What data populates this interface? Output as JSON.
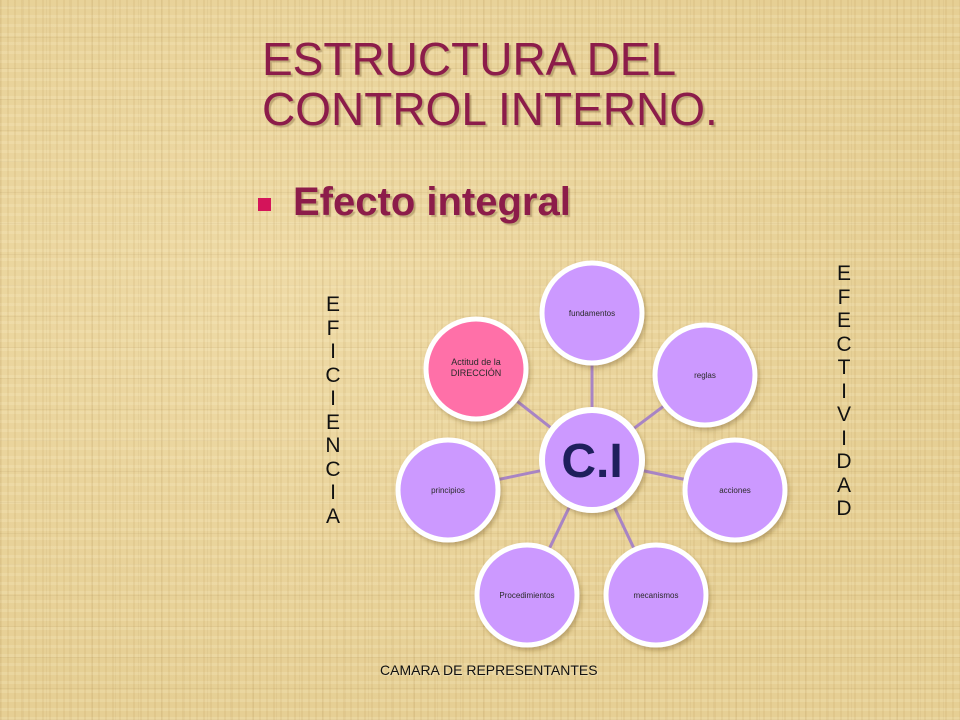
{
  "title": {
    "line1": "ESTRUCTURA DEL",
    "line2": "CONTROL INTERNO."
  },
  "bullet": {
    "text": "Efecto integral"
  },
  "left_vertical": [
    "E",
    "F",
    "I",
    "C",
    "I",
    "E",
    "N",
    "C",
    "I",
    "A"
  ],
  "right_vertical": [
    "E",
    "F",
    "E",
    "C",
    "T",
    "I",
    "V",
    "I",
    "D",
    "A",
    "D"
  ],
  "diagram": {
    "center_label": "C.I",
    "nodes": [
      {
        "id": "fundamentos",
        "label": "fundamentos"
      },
      {
        "id": "reglas",
        "label": "reglas"
      },
      {
        "id": "acciones",
        "label": "acciones"
      },
      {
        "id": "mecanismos",
        "label": "mecanismos"
      },
      {
        "id": "procedimientos",
        "label": "Procedimientos"
      },
      {
        "id": "principios",
        "label": "principios"
      },
      {
        "id": "actitud",
        "label": "Actitud de la DIRECCIÓN"
      }
    ],
    "colors": {
      "center": "#cc99ff",
      "node": "#cc99ff",
      "highlight": "#ff6fa8",
      "connector": "#a884c4",
      "stroke": "#ffffff",
      "center_text": "#1f1f5c"
    }
  },
  "footer": "CAMARA DE REPRESENTANTES"
}
